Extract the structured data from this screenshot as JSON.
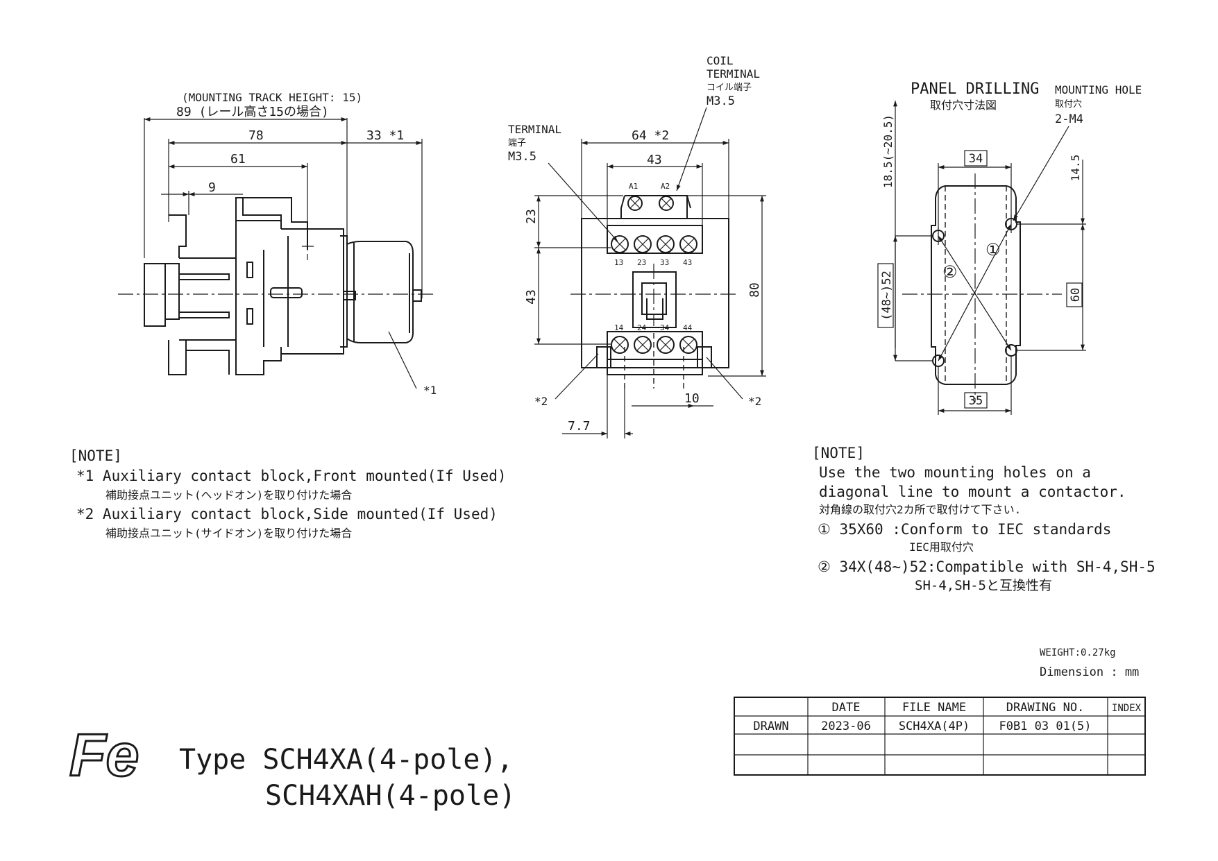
{
  "side_view": {
    "track_note": "(MOUNTING TRACK HEIGHT: 15)",
    "dim_89": "89 (レール高さ15の場合)",
    "dim_78": "78",
    "dim_61": "61",
    "dim_9": "9",
    "dim_33": "33 *1",
    "callout_1": "*1"
  },
  "front_view": {
    "coil_label": [
      "COIL",
      "TERMINAL",
      "コイル端子",
      "M3.5"
    ],
    "terminal_label": [
      "TERMINAL",
      "端子",
      "M3.5"
    ],
    "dim_64": "64 *2",
    "dim_43_top": "43",
    "dim_23": "23",
    "dim_43_side": "43",
    "dim_80": "80",
    "dim_10": "10",
    "dim_7_7": "7.7",
    "coil_terminals": [
      "A1",
      "A2"
    ],
    "top_terminals": [
      "13",
      "23",
      "33",
      "43"
    ],
    "bottom_terminals": [
      "14",
      "24",
      "34",
      "44"
    ],
    "callout_left": "*2",
    "callout_right": "*2"
  },
  "drilling": {
    "title": "PANEL DRILLING",
    "title_jp": "取付穴寸法図",
    "hole_label": [
      "MOUNTING HOLE",
      "取付穴",
      "2-M4"
    ],
    "dim_18_5": "18.5(~20.5)",
    "dim_14_5": "14.5",
    "dim_34": "34",
    "dim_35": "35",
    "dim_48_52": "(48~)52",
    "dim_60": "60",
    "circle_1": "①",
    "circle_2": "②"
  },
  "note_left": {
    "heading": "[NOTE]",
    "line1": "*1  Auxiliary contact block,Front mounted(If Used)",
    "line1_jp": "補助接点ユニット(ヘッドオン)を取り付けた場合",
    "line2": "*2  Auxiliary contact block,Side mounted(If Used)",
    "line2_jp": "補助接点ユニット(サイドオン)を取り付けた場合"
  },
  "note_right": {
    "heading": "[NOTE]",
    "line1": "Use the two mounting holes on a",
    "line2": "diagonal line to mount a contactor.",
    "line3_jp": "対角線の取付穴2カ所で取付けて下さい.",
    "item1": "① 35X60   :Conform to IEC standards",
    "item1_jp": "IEC用取付穴",
    "item2": "② 34X(48~)52:Compatible with SH-4,SH-5",
    "item2_jp": "SH-4,SH-5と互換性有"
  },
  "weight": "WEIGHT:0.27kg",
  "dimension_unit": "Dimension : mm",
  "title_block": {
    "headers": [
      "DATE",
      "FILE NAME",
      "DRAWING NO.",
      "INDEX"
    ],
    "row_label": "DRAWN",
    "date": "2023-06",
    "file_name": "SCH4XA(4P)",
    "drawing_no": "F0B1 03 01(5)",
    "index": ""
  },
  "type_line1": "Type SCH4XA(4-pole),",
  "type_line2": "SCH4XAH(4-pole)",
  "logo_text": "Fe"
}
